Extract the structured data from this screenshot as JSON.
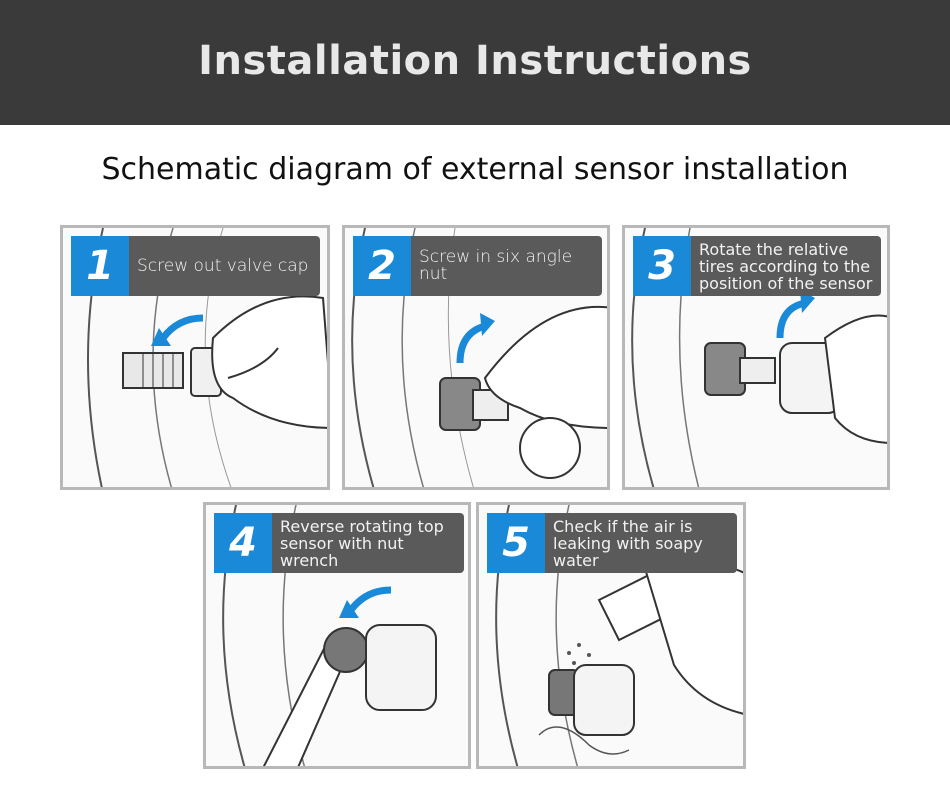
{
  "header": {
    "title": "Installation Instructions"
  },
  "subtitle": "Schematic diagram of external sensor installation",
  "steps": [
    {
      "number": "1",
      "text": "Screw out valve cap"
    },
    {
      "number": "2",
      "text": "Screw in six angle nut"
    },
    {
      "number": "3",
      "text": "Rotate the relative\ntires according to the\nposition of the sensor"
    },
    {
      "number": "4",
      "text": "Reverse rotating top\nsensor with nut wrench"
    },
    {
      "number": "5",
      "text": "Check if the air is\nleaking with soapy\nwater"
    }
  ],
  "colors": {
    "header_bg": "#3a3a3a",
    "number_badge": "#1a8ad8",
    "label_bg": "#5a5a5a",
    "arrow": "#1a8ad8"
  },
  "icons": [
    "curved-arrow-icon"
  ]
}
